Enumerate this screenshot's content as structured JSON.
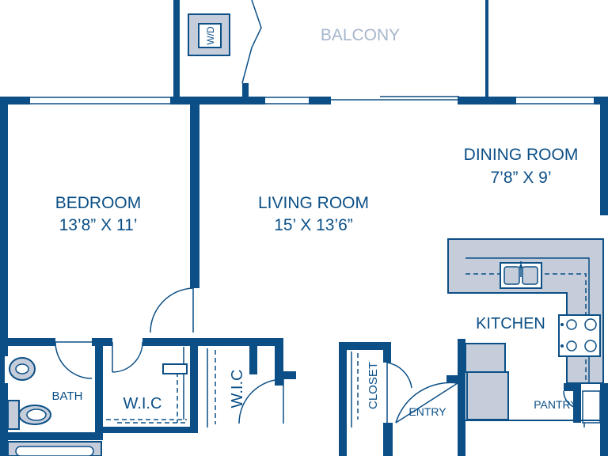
{
  "colors": {
    "wall": "#0b4f86",
    "counter_fill": "#c5cddb",
    "background": "#ffffff",
    "balcony_text": "#a6b6cc"
  },
  "rooms": {
    "balcony": {
      "name": "BALCONY"
    },
    "bedroom": {
      "name": "BEDROOM",
      "size": "13’8” X 11’"
    },
    "living_room": {
      "name": "LIVING ROOM",
      "size": "15’ X 13’6”"
    },
    "dining_room": {
      "name": "DINING ROOM",
      "size": "7’8” X 9’"
    },
    "kitchen": {
      "name": "KITCHEN"
    },
    "bath": {
      "name": "BATH"
    },
    "wic_bedroom": {
      "name": "W.I.C"
    },
    "wic_hall": {
      "name": "W.I.C"
    },
    "closet": {
      "name": "CLOSET"
    },
    "entry": {
      "name": "ENTRY"
    },
    "pantry": {
      "name": "PANTRY"
    }
  },
  "appliances": {
    "washer_dryer": {
      "label": "W/D"
    }
  }
}
